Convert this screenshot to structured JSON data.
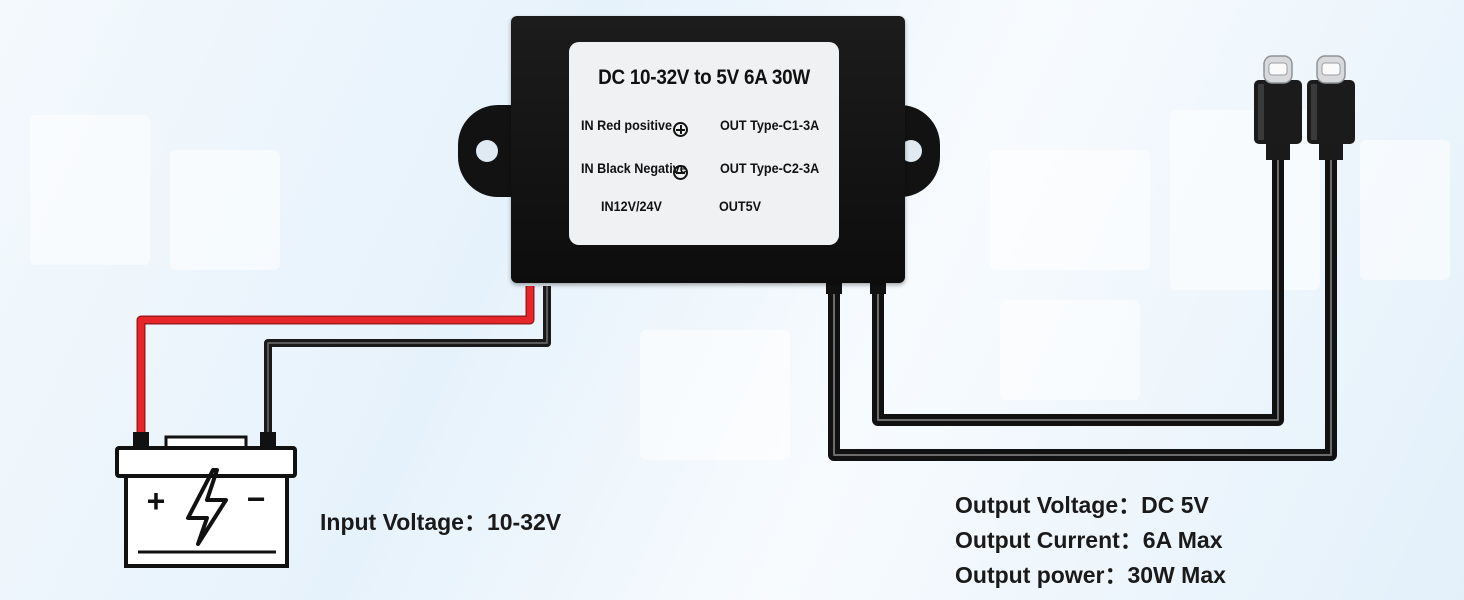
{
  "converter": {
    "title": "DC 10-32V to 5V 6A 30W",
    "in_positive": "IN Red positive",
    "in_negative": "IN Black Negative",
    "out_c1": "OUT Type-C1-3A",
    "out_c2": "OUT Type-C2-3A",
    "in_voltage": "IN12V/24V",
    "out_voltage": "OUT5V"
  },
  "battery": {
    "plus_symbol": "+",
    "minus_symbol": "−"
  },
  "specs": {
    "input_voltage": "Input Voltage：10-32V",
    "output_voltage": "Output Voltage：DC 5V",
    "output_current": "Output Current：6A Max",
    "output_power": "Output power：30W Max"
  },
  "colors": {
    "red_wire": "#e8262a",
    "black_wire": "#1a1a1a",
    "housing": "#111111"
  }
}
